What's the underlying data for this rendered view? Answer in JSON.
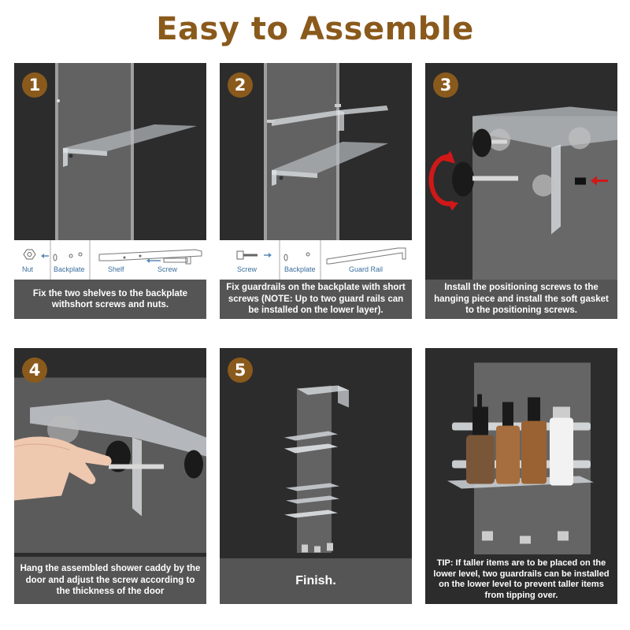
{
  "title": "Easy to Assemble",
  "colors": {
    "accent": "#8a5a1c",
    "panel_bg": "#2c2c2c",
    "caption_band": "#555555",
    "label_blue": "#3a6e9c",
    "arrow_red": "#d01818"
  },
  "steps": [
    {
      "number": "1",
      "parts": [
        "Nut",
        "Backplate",
        "Shelf",
        "Screw"
      ],
      "caption": "Fix the two shelves to the backplate withshort screws and nuts."
    },
    {
      "number": "2",
      "parts": [
        "Screw",
        "Backplate",
        "Guard Rail"
      ],
      "caption": "Fix guardrails on the backplate with short screws   (NOTE: Up to two guard rails can be installed on the lower layer)."
    },
    {
      "number": "3",
      "caption": "Install the positioning screws to the hanging piece and install the soft gasket to the positioning screws."
    },
    {
      "number": "4",
      "caption": "Hang the assembled shower caddy by the door and adjust the screw according to the thickness of the door"
    },
    {
      "number": "5",
      "caption": "Finish."
    },
    {
      "caption": "TIP: If taller items are to be placed on the lower level, two guardrails can be installed on the lower level to prevent taller items from tipping over."
    }
  ]
}
